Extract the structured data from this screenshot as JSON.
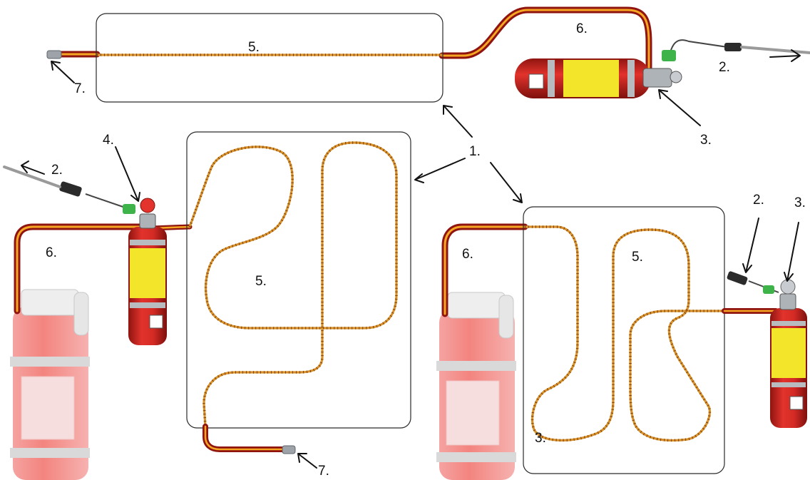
{
  "labels": {
    "frames": "1.",
    "signal_out": "2.",
    "valve_head": "3.",
    "manual_head": "4.",
    "detection_tube": "5.",
    "supply_hose": "6.",
    "end_plug": "7."
  },
  "colors": {
    "hose_outer": "#8f1410",
    "hose_stripe": "#f5a623",
    "tube": "#d9922a",
    "cylinder": "#d42a25",
    "cylinder_faded": "#f08a88",
    "label_yellow": "#f3e52a",
    "valve_green": "#3db34a",
    "frame_stroke": "#2a2a2a"
  },
  "icons": {
    "small_extinguisher": "red-cylinder-icon",
    "large_extinguisher": "faded-red-cylinder-icon",
    "pressure_switch": "green-connector-icon"
  }
}
